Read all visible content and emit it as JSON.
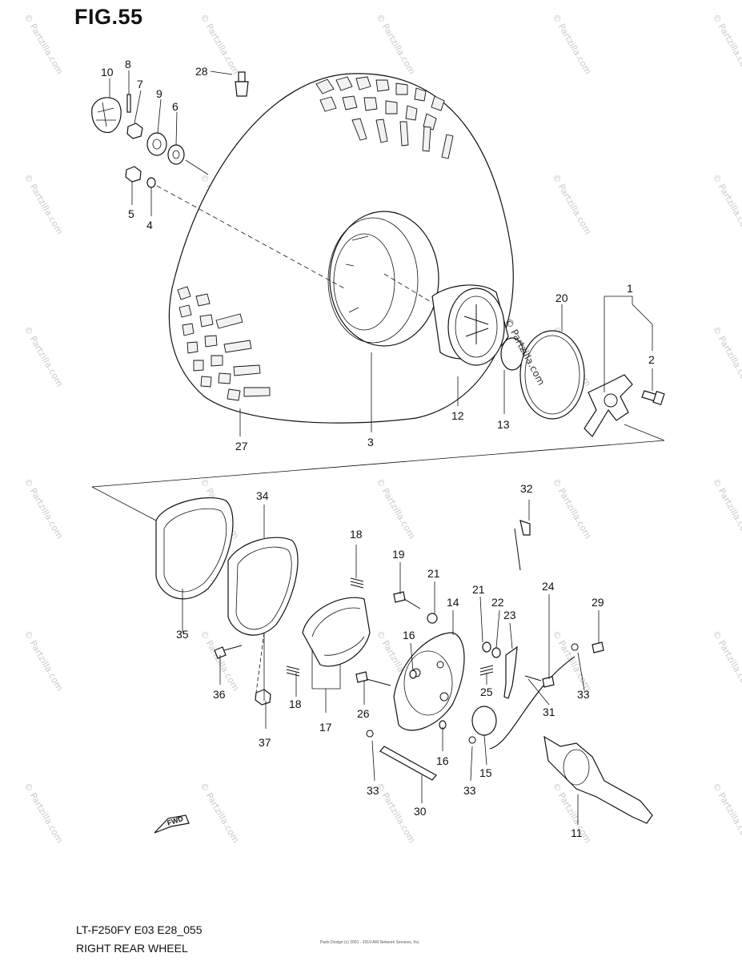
{
  "figure": {
    "title": "FIG.55",
    "model_code": "LT-F250FY E03 E28_055",
    "section_name": "RIGHT REAR WHEEL",
    "copyright_line": "Parts Design (c) 2001 - 2019 ARI Network Services, Inc.",
    "center_watermark": "© Partzilla.com",
    "tile_watermark": "© Partzilla.com",
    "fwd_label": "FWD"
  },
  "callouts": [
    {
      "id": "c10",
      "text": "10"
    },
    {
      "id": "c8",
      "text": "8"
    },
    {
      "id": "c7",
      "text": "7"
    },
    {
      "id": "c9",
      "text": "9"
    },
    {
      "id": "c6",
      "text": "6"
    },
    {
      "id": "c28",
      "text": "28"
    },
    {
      "id": "c5",
      "text": "5"
    },
    {
      "id": "c4",
      "text": "4"
    },
    {
      "id": "c20",
      "text": "20"
    },
    {
      "id": "c1",
      "text": "1"
    },
    {
      "id": "c2",
      "text": "2"
    },
    {
      "id": "c12",
      "text": "12"
    },
    {
      "id": "c13",
      "text": "13"
    },
    {
      "id": "c3",
      "text": "3"
    },
    {
      "id": "c27",
      "text": "27"
    },
    {
      "id": "c32",
      "text": "32"
    },
    {
      "id": "c34",
      "text": "34"
    },
    {
      "id": "c18a",
      "text": "18"
    },
    {
      "id": "c19",
      "text": "19"
    },
    {
      "id": "c21a",
      "text": "21"
    },
    {
      "id": "c14",
      "text": "14"
    },
    {
      "id": "c21b",
      "text": "21"
    },
    {
      "id": "c22",
      "text": "22"
    },
    {
      "id": "c23",
      "text": "23"
    },
    {
      "id": "c24",
      "text": "24"
    },
    {
      "id": "c29",
      "text": "29"
    },
    {
      "id": "c16a",
      "text": "16"
    },
    {
      "id": "c25",
      "text": "25"
    },
    {
      "id": "c35",
      "text": "35"
    },
    {
      "id": "c36",
      "text": "36"
    },
    {
      "id": "c18b",
      "text": "18"
    },
    {
      "id": "c17",
      "text": "17"
    },
    {
      "id": "c26",
      "text": "26"
    },
    {
      "id": "c31",
      "text": "31"
    },
    {
      "id": "c33a",
      "text": "33"
    },
    {
      "id": "c37",
      "text": "37"
    },
    {
      "id": "c16b",
      "text": "16"
    },
    {
      "id": "c15",
      "text": "15"
    },
    {
      "id": "c33b",
      "text": "33"
    },
    {
      "id": "c33c",
      "text": "33"
    },
    {
      "id": "c30",
      "text": "30"
    },
    {
      "id": "c11",
      "text": "11"
    }
  ]
}
